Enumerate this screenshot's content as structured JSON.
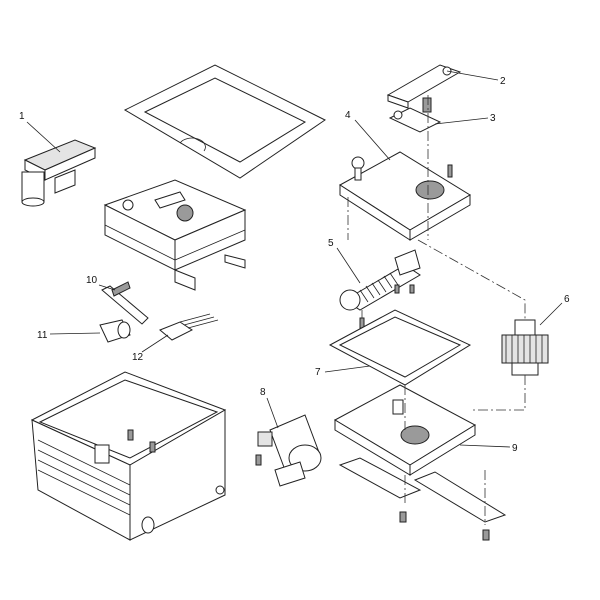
{
  "diagram": {
    "type": "exploded parts diagram",
    "callouts": [
      {
        "number": "1"
      },
      {
        "number": "2"
      },
      {
        "number": "3"
      },
      {
        "number": "4"
      },
      {
        "number": "5"
      },
      {
        "number": "6"
      },
      {
        "number": "7"
      },
      {
        "number": "8"
      },
      {
        "number": "9"
      },
      {
        "number": "10"
      },
      {
        "number": "11"
      },
      {
        "number": "12"
      }
    ]
  }
}
